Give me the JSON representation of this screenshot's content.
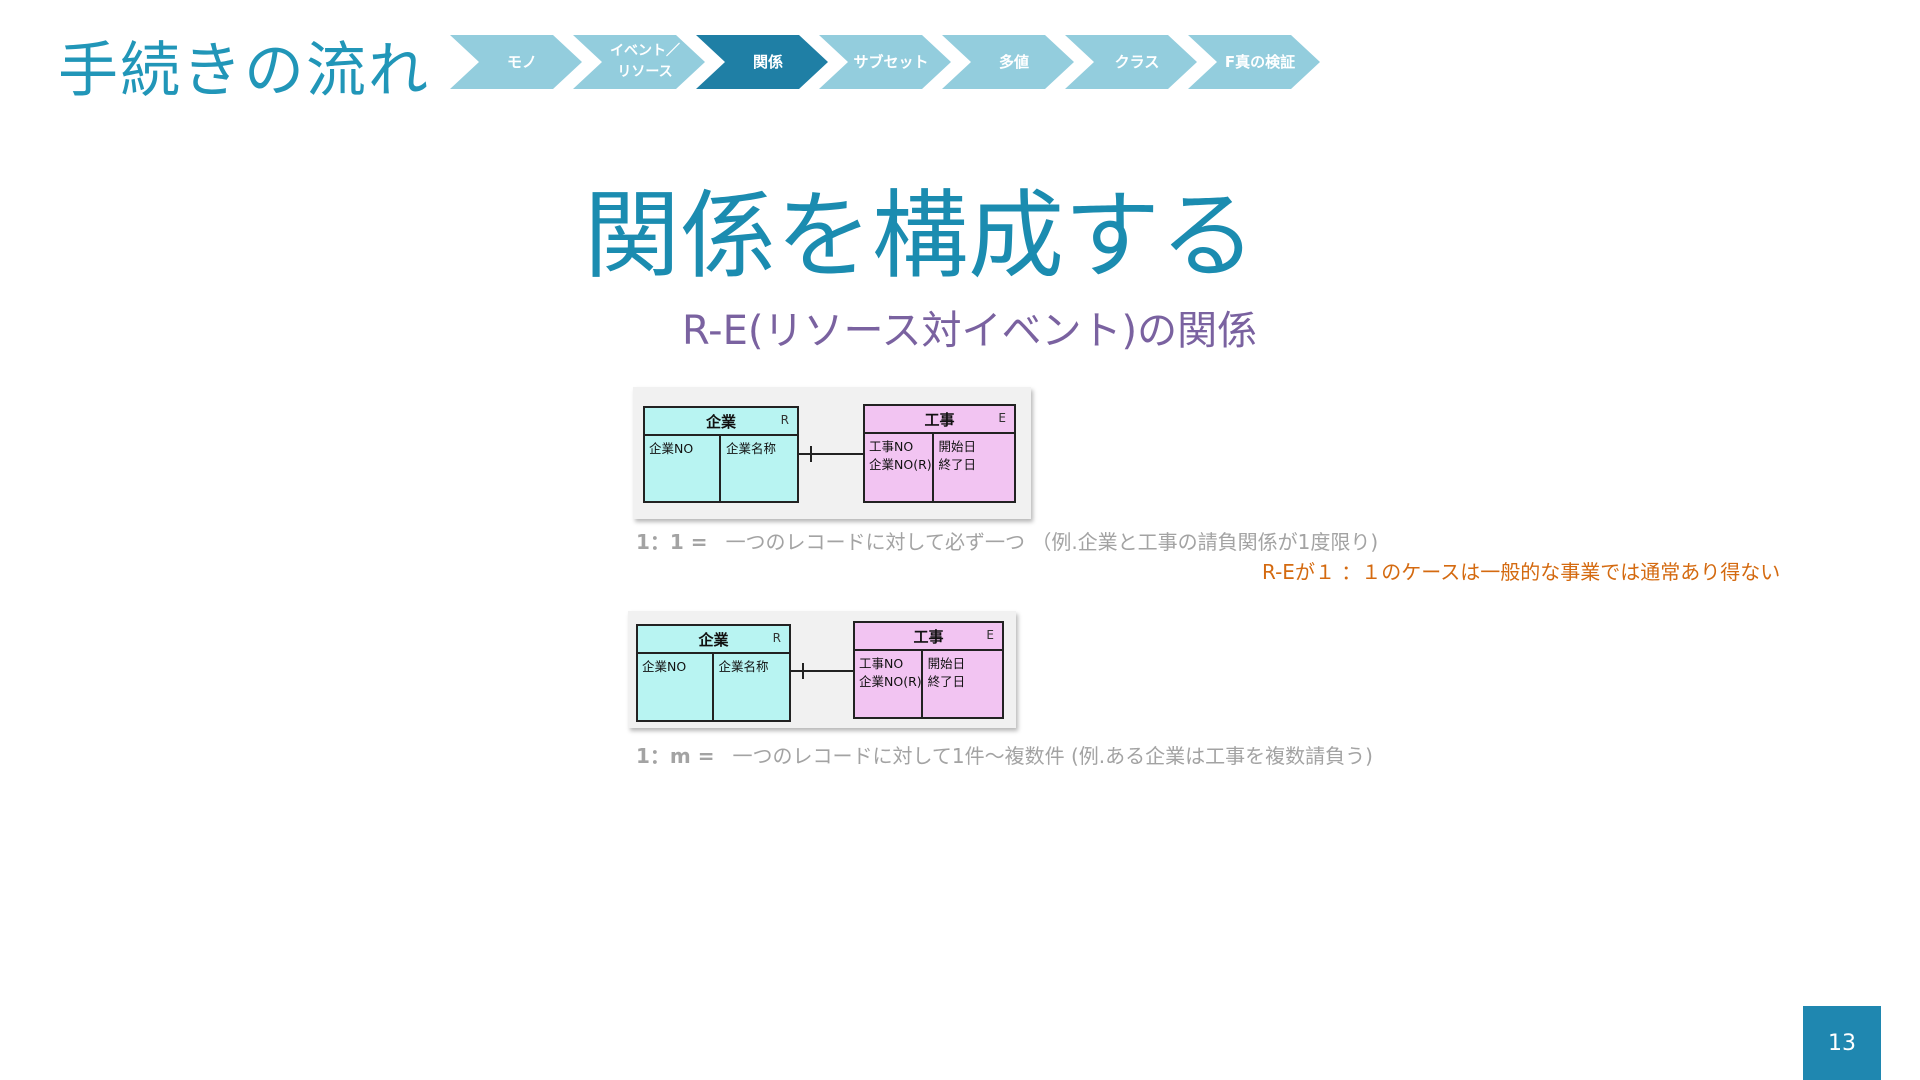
{
  "header": {
    "title": "手続きの流れ"
  },
  "process_steps": [
    {
      "label": "モノ",
      "active": false
    },
    {
      "label": "イベント／\nリソース",
      "active": false
    },
    {
      "label": "関係",
      "active": true
    },
    {
      "label": "サブセット",
      "active": false
    },
    {
      "label": "多値",
      "active": false
    },
    {
      "label": "クラス",
      "active": false
    },
    {
      "label": "F真の検証",
      "active": false
    }
  ],
  "main": {
    "title": "関係を構成する",
    "subtitle": "R-E(リソース対イベント)の関係"
  },
  "diagram_one_to_one": {
    "resource": {
      "name": "企業",
      "type": "R",
      "keys": [
        "企業NO"
      ],
      "attributes": [
        "企業名称"
      ]
    },
    "event": {
      "name": "工事",
      "type": "E",
      "keys": [
        "工事NO",
        "企業NO(R)"
      ],
      "attributes": [
        "開始日",
        "終了日"
      ]
    },
    "cardinality": "1:1",
    "caption_ratio": "1：1 =",
    "caption_text": "一つのレコードに対して必ず一つ （例.企業と工事の請負関係が1度限り)"
  },
  "note": "R-Eが１ ：１のケースは一般的な事業では通常あり得ない",
  "diagram_one_to_many": {
    "resource": {
      "name": "企業",
      "type": "R",
      "keys": [
        "企業NO"
      ],
      "attributes": [
        "企業名称"
      ]
    },
    "event": {
      "name": "工事",
      "type": "E",
      "keys": [
        "工事NO",
        "企業NO(R)"
      ],
      "attributes": [
        "開始日",
        "終了日"
      ]
    },
    "cardinality": "1:m",
    "caption_ratio": "1：m =",
    "caption_text": "一つのレコードに対して1件～複数件 (例.ある企業は工事を複数請負う)"
  },
  "footer": {
    "page_number": "13"
  },
  "colors": {
    "accent": "#1b8cb0",
    "step_inactive": "#93cddd",
    "step_active": "#1f7fa5",
    "subtitle": "#7a62a0",
    "resource_entity": "#b8f4f2",
    "event_entity": "#f2c4f2",
    "note": "#d46a10",
    "caption": "#a3a3a3"
  }
}
